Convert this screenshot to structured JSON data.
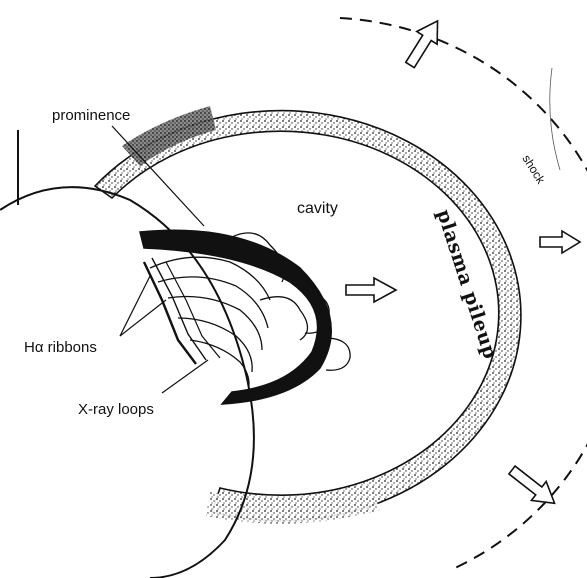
{
  "labels": {
    "prominence": "prominence",
    "cavity": "cavity",
    "plasma_pileup": "plasma pileup",
    "shock": "shock",
    "h_alpha_ribbons": "Hα ribbons",
    "x_ray_loops": "X-ray loops"
  },
  "colors": {
    "ink": "#111111",
    "background": "#ffffff",
    "stipple": "#222222"
  },
  "icons": {
    "expansion_arrow": "hollow-arrow-icon"
  }
}
